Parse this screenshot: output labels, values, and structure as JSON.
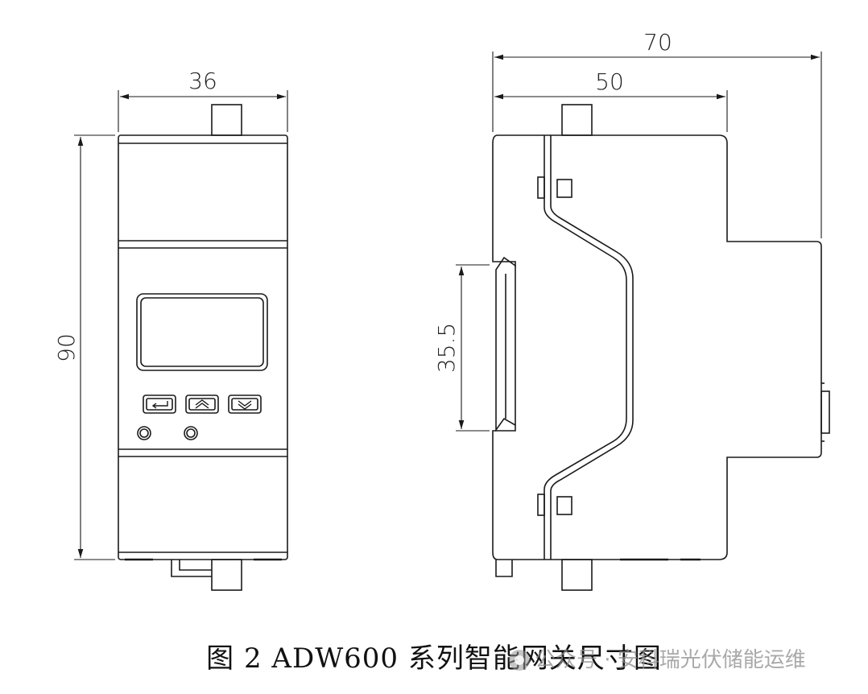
{
  "drawing": {
    "front_view": {
      "width_label": "36",
      "height_label": "90"
    },
    "side_view": {
      "overall_depth_label": "70",
      "body_depth_label": "50",
      "rail_label": "35.5"
    }
  },
  "caption": {
    "text": "图 2 ADW600 系列智能网关尺寸图"
  },
  "watermark": {
    "text": "公众号 · 安科瑞光伏储能运维"
  },
  "colors": {
    "line": "#1a1a1a",
    "background": "#ffffff"
  }
}
